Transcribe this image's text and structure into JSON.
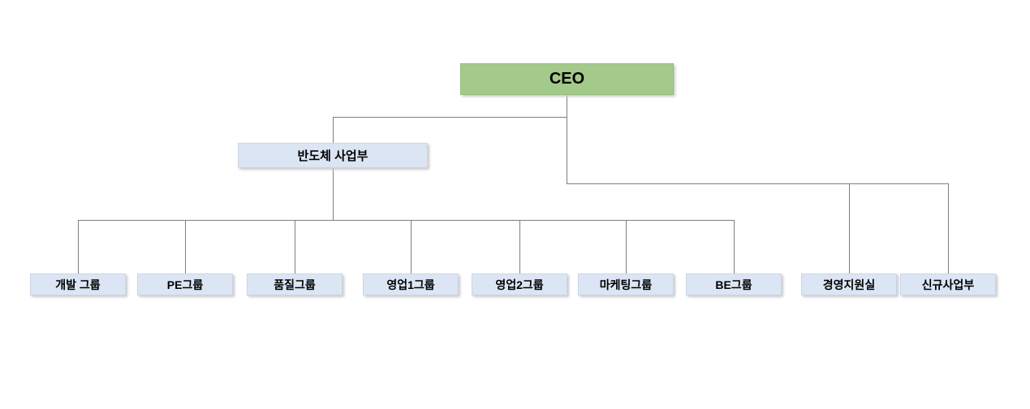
{
  "org_chart": {
    "root": {
      "label": "CEO"
    },
    "division": {
      "label": "반도체 사업부"
    },
    "division_groups": [
      {
        "label": "개발 그룹"
      },
      {
        "label": "PE그룹"
      },
      {
        "label": "품질그룹"
      },
      {
        "label": "영업1그룹"
      },
      {
        "label": "영업2그룹"
      },
      {
        "label": "마케팅그룹"
      },
      {
        "label": "BE그룹"
      }
    ],
    "staff_units": [
      {
        "label": "경영지원실"
      },
      {
        "label": "신규사업부"
      }
    ],
    "colors": {
      "root_fill": "#A4CA8B",
      "root_border": "#94BB7B",
      "node_fill": "#DCE5F3",
      "node_border": "#CDD6E8",
      "connector": "#7F7F7F",
      "text": "#000000",
      "background": "#FFFFFF"
    }
  }
}
